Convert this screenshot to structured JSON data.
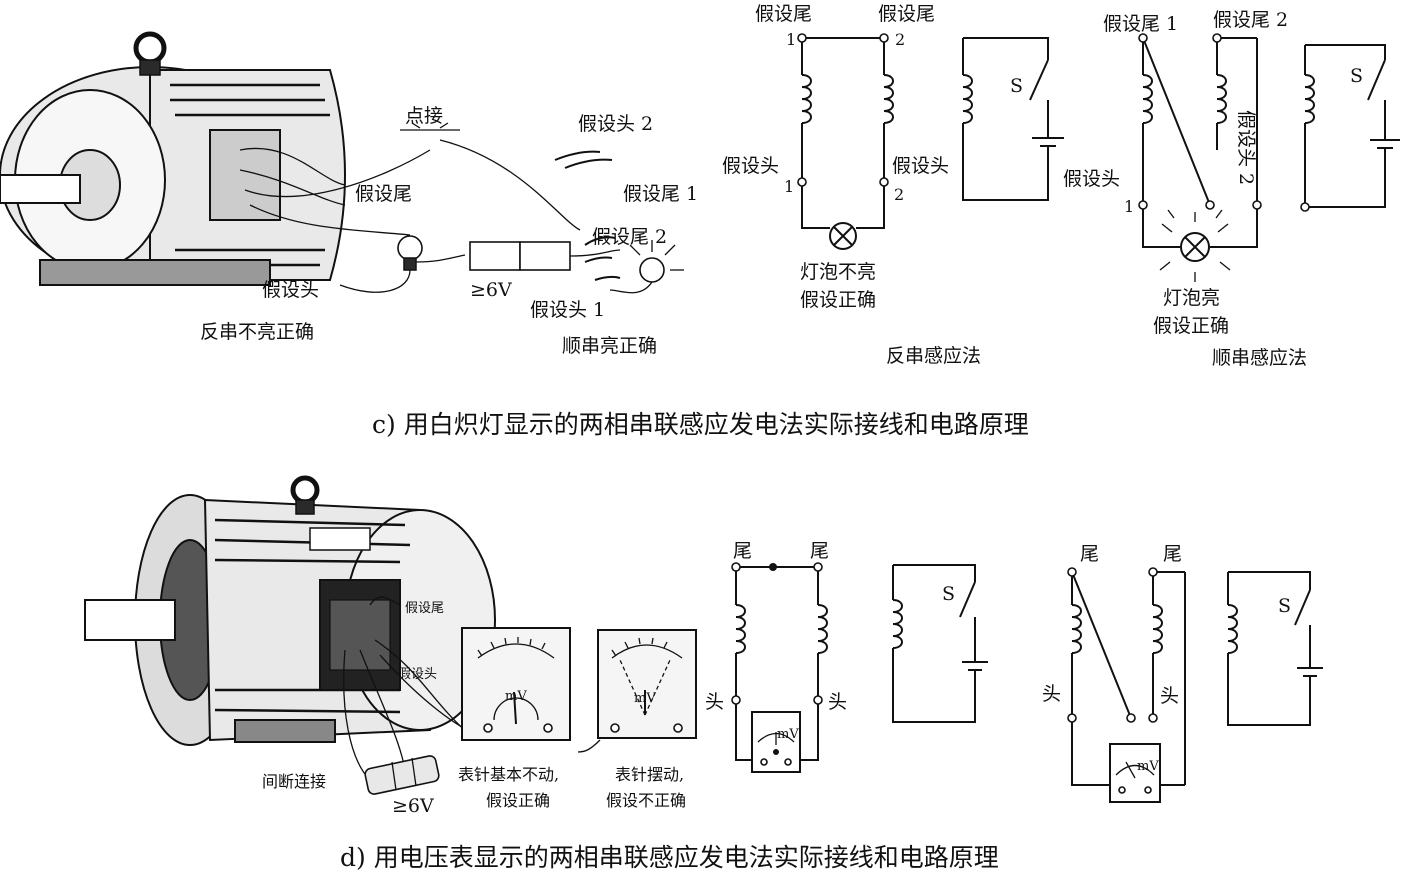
{
  "panel_c": {
    "caption": "c) 用白炽灯显示的两相串联感应发电法实际接线和电路原理",
    "photo": {
      "touch": "点接",
      "tail": "假设尾",
      "head": "假设头",
      "voltage": "≥6V",
      "reverse_result": "反串不亮正确",
      "head2": "假设头 2",
      "tail1": "假设尾 1",
      "tail2": "假设尾 2",
      "head1": "假设头 1",
      "forward_result": "顺串亮正确"
    },
    "reverse": {
      "tail": "假设尾",
      "tail2": "假设尾",
      "n1": "1",
      "n2": "2",
      "head": "假设头",
      "head2": "假设头",
      "h1": "1",
      "h2": "2",
      "lamp_line1": "灯泡不亮",
      "lamp_line2": "假设正确",
      "switch": "S",
      "title": "反串感应法"
    },
    "forward": {
      "tail1": "假设尾 1",
      "tail2": "假设尾 2",
      "head": "假设头",
      "h1": "1",
      "head2": "假设头 2",
      "lamp_line1": "灯泡亮",
      "lamp_line2": "假设正确",
      "switch": "S",
      "title": "顺串感应法"
    }
  },
  "panel_d": {
    "caption": "d) 用电压表显示的两相串联感应发电法实际接线和电路原理",
    "photo": {
      "tail": "假设尾",
      "head": "假设头",
      "meter_unit": "mV",
      "meter_unit2": "mV",
      "intermittent": "间断连接",
      "voltage": "≥6V",
      "result_ok_1": "表针基本不动,",
      "result_ok_2": "假设正确",
      "result_bad_1": "表针摆动,",
      "result_bad_2": "假设不正确"
    },
    "reverse": {
      "tail_l": "尾",
      "tail_r": "尾",
      "head_l": "头",
      "head_r": "头",
      "meter_unit": "mV",
      "switch": "S"
    },
    "forward": {
      "tail_l": "尾",
      "tail_r": "尾",
      "head_l": "头",
      "head_r": "头",
      "meter_unit": "mV",
      "switch": "S"
    }
  }
}
